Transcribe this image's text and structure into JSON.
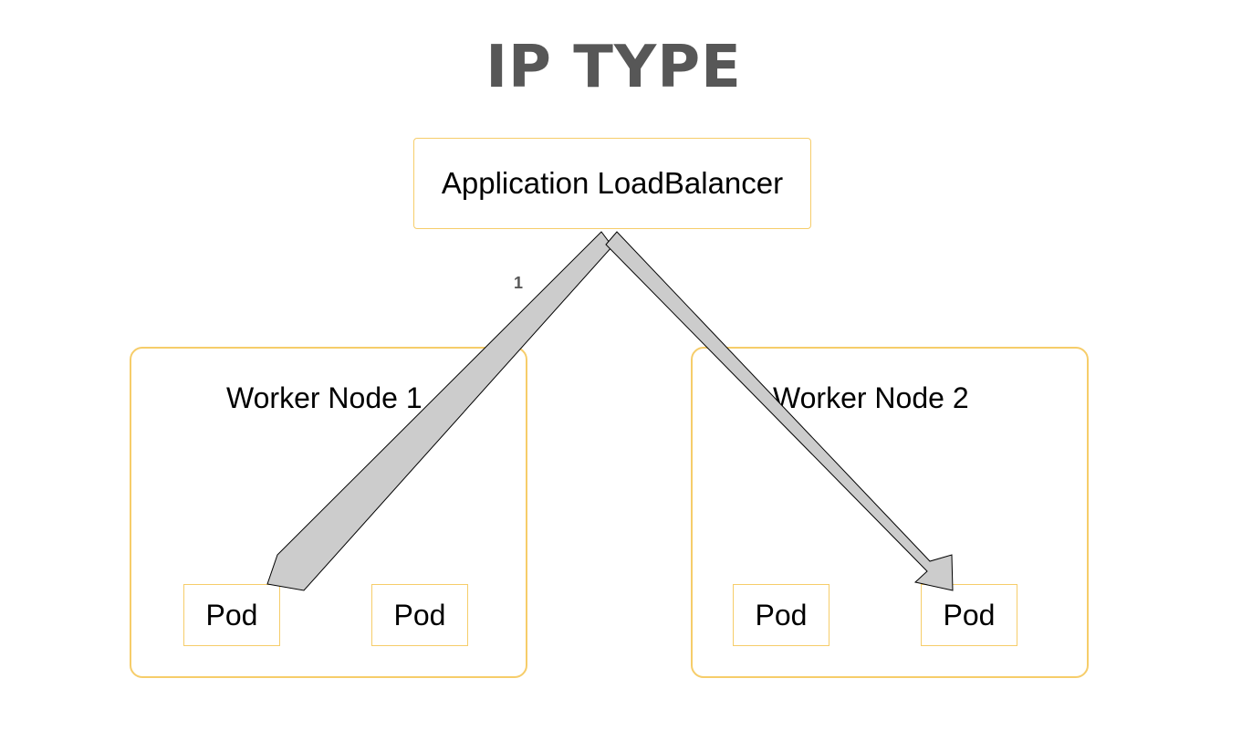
{
  "title": "IP TYPE",
  "load_balancer": {
    "label": "Application LoadBalancer"
  },
  "nodes": [
    {
      "label": "Worker Node 1",
      "pods": [
        "Pod",
        "Pod"
      ]
    },
    {
      "label": "Worker Node 2",
      "pods": [
        "Pod",
        "Pod"
      ]
    }
  ],
  "edges": [
    {
      "from": "Application LoadBalancer",
      "to": "Worker Node 1 / Pod 1",
      "label": "1"
    },
    {
      "from": "Application LoadBalancer",
      "to": "Worker Node 2 / Pod 2",
      "label": ""
    }
  ],
  "colors": {
    "title": "#575757",
    "box_border": "#f6cd6a",
    "arrow_fill": "#cccccc",
    "arrow_stroke": "#000000"
  }
}
